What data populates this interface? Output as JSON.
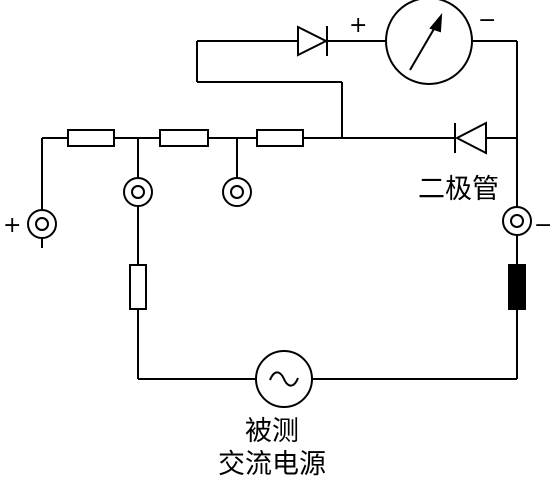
{
  "labels": {
    "diode": "二极管",
    "source_line1": "被测",
    "source_line2": "交流电源"
  },
  "signs": {
    "meter_plus": "+",
    "meter_minus": "−",
    "input_plus": "+",
    "input_minus": "−"
  }
}
